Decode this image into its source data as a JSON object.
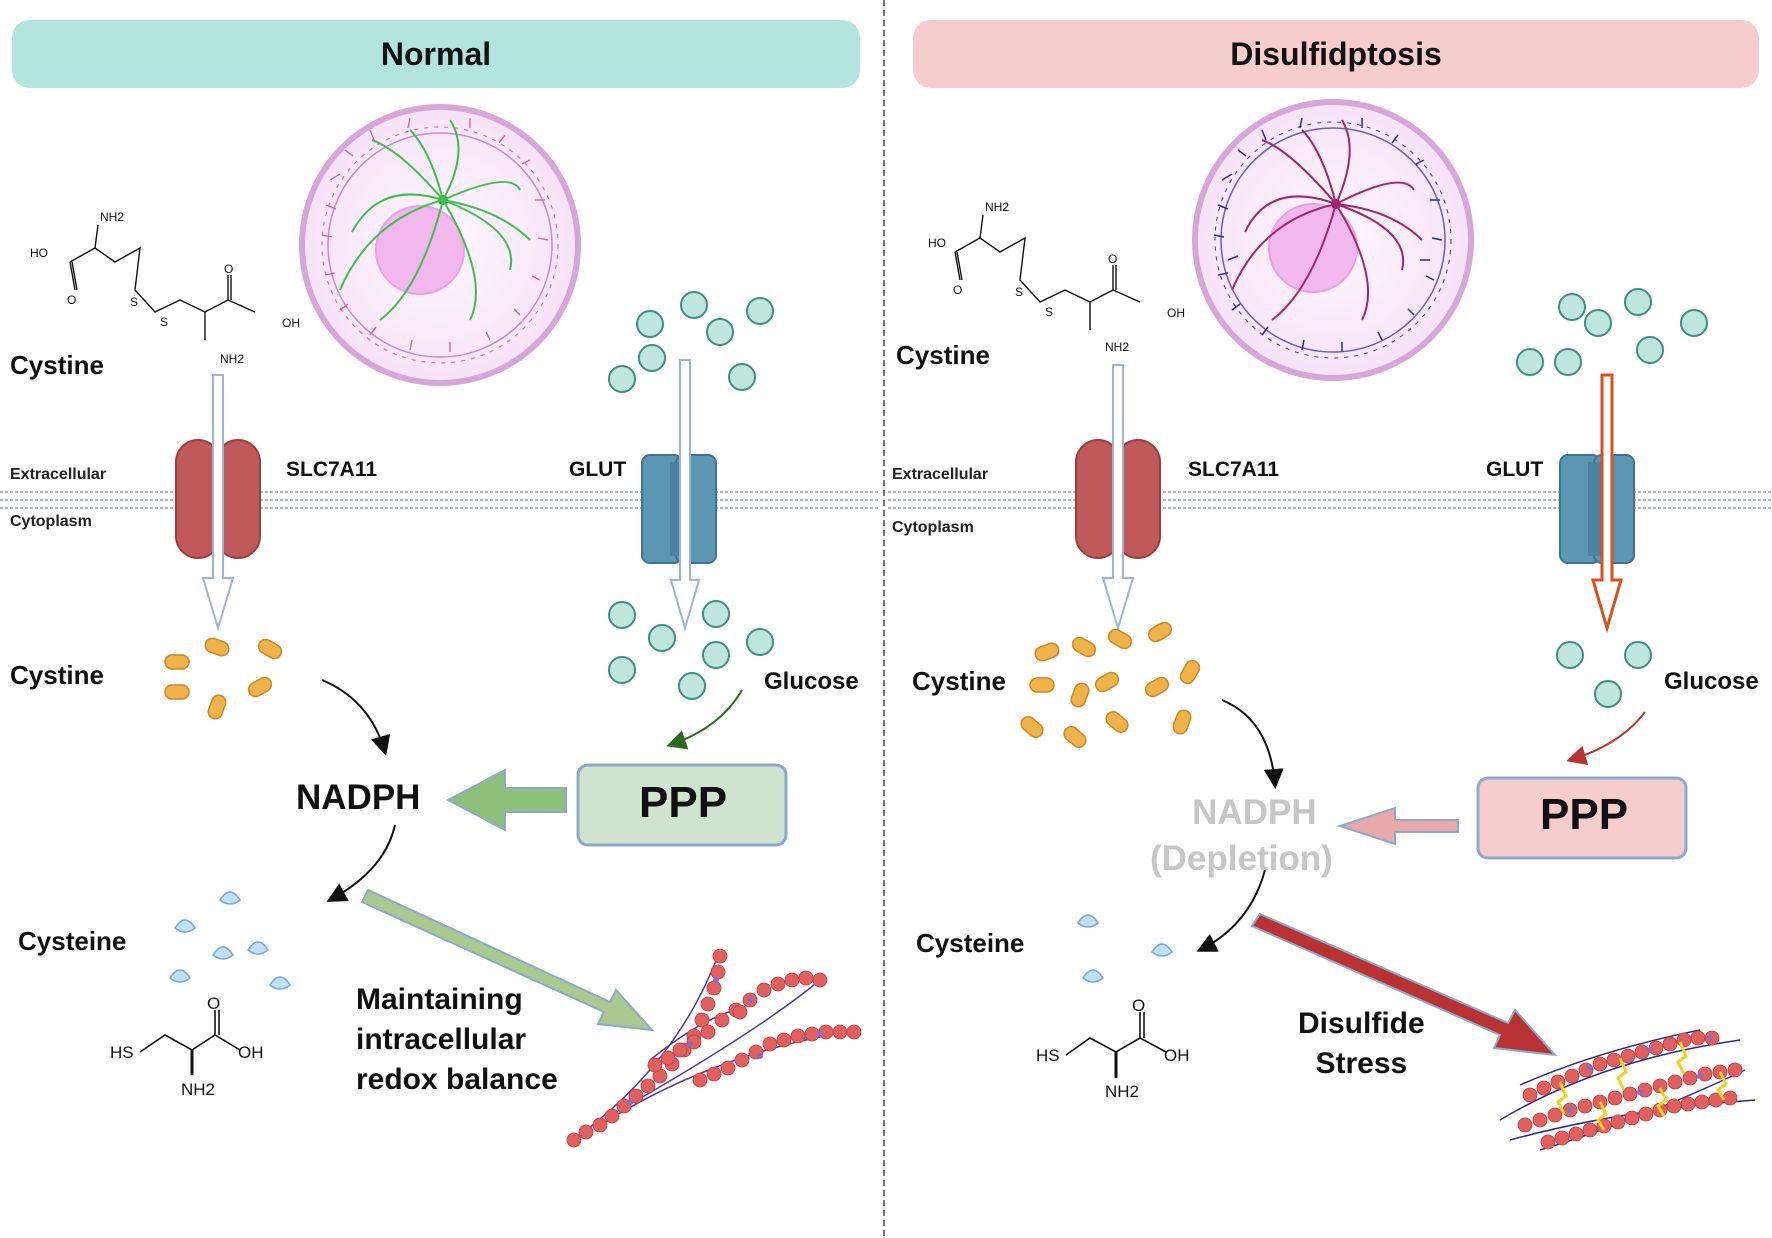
{
  "panels": {
    "normal": {
      "title": "Normal",
      "title_color": "#b2e4dd",
      "cystine_top_label": "Cystine",
      "extracellular_label": "Extracellular",
      "cytoplasm_label": "Cytoplasm",
      "transporter1_label": "SLC7A11",
      "transporter2_label": "GLUT",
      "cystine_inner_label": "Cystine",
      "glucose_label": "Glucose",
      "nadph_label": "NADPH",
      "ppp_label": "PPP",
      "cysteine_label": "Cysteine",
      "outcome_label_1": "Maintaining",
      "outcome_label_2": "intracellular",
      "outcome_label_3": "redox balance",
      "ppp_box_color": "#cfe3cf",
      "ppp_arrow_color": "#8cc07a"
    },
    "disulfidptosis": {
      "title": "Disulfidptosis",
      "title_color": "#f6cccc",
      "cystine_top_label": "Cystine",
      "extracellular_label": "Extracellular",
      "cytoplasm_label": "Cytoplasm",
      "transporter1_label": "SLC7A11",
      "transporter2_label": "GLUT",
      "cystine_inner_label": "Cystine",
      "glucose_label": "Glucose",
      "nadph_label_1": "NADPH",
      "nadph_label_2": "(Depletion)",
      "ppp_label": "PPP",
      "cysteine_label": "Cysteine",
      "outcome_label_1": "Disulfide",
      "outcome_label_2": "Stress",
      "ppp_box_color": "#f6cccc",
      "ppp_arrow_color": "#e9a9a9",
      "stress_arrow_color": "#b83232",
      "glut_arrow_color": "#d9501f"
    }
  },
  "chem_labels": {
    "nh2": "NH2",
    "ho": "HO",
    "oh": "OH",
    "o": "O",
    "s": "S",
    "hs": "HS"
  },
  "colors": {
    "slc7a11": "#c05a5a",
    "glut": "#5b96b3",
    "glucose": "#bfe6dd",
    "cystine_inner": "#f0b24a",
    "cysteine": "#bfe0f5",
    "cell_border": "#d6a6d8",
    "cell_fill": "#fbecfb",
    "nucleus": "#f2b8ee"
  }
}
